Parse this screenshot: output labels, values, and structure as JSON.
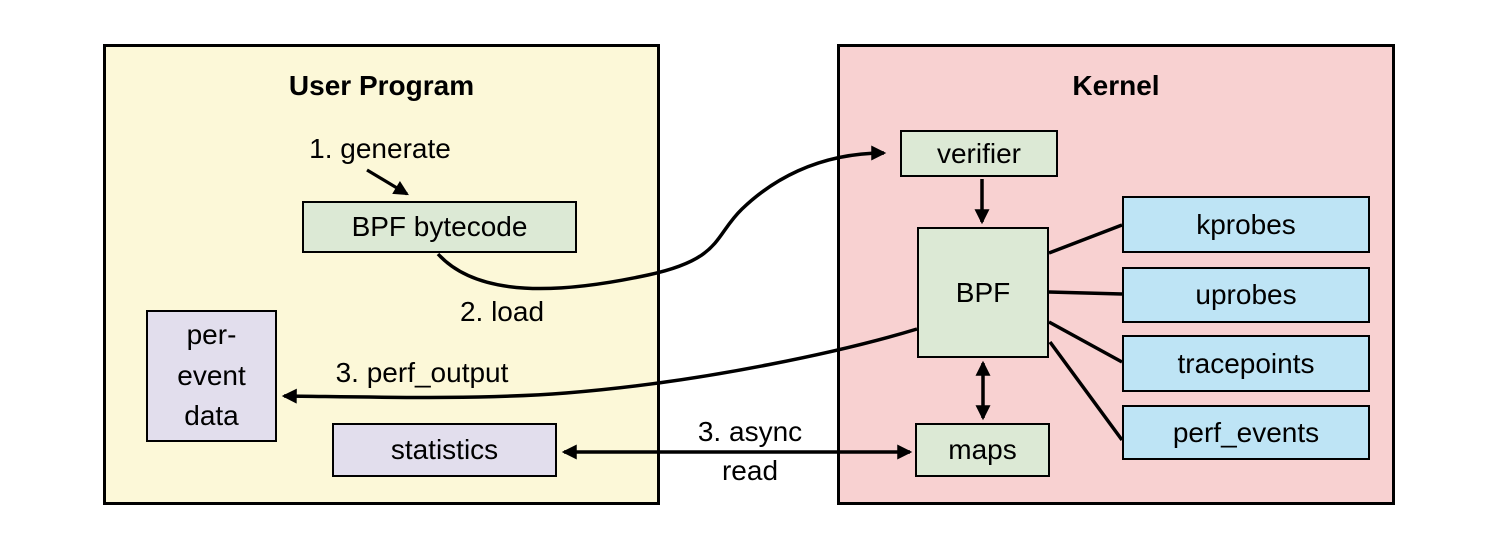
{
  "user_program": {
    "title": "User Program",
    "bpf_bytecode": "BPF bytecode",
    "per_event_data": {
      "line1": "per-",
      "line2": "event",
      "line3": "data"
    },
    "statistics": "statistics"
  },
  "kernel": {
    "title": "Kernel",
    "verifier": "verifier",
    "bpf": "BPF",
    "maps": "maps",
    "attach_points": [
      "kprobes",
      "uprobes",
      "tracepoints",
      "perf_events"
    ]
  },
  "annotations": {
    "step1": "1. generate",
    "step2": "2. load",
    "step3_perf": "3. perf_output",
    "step3_async_line1": "3. async",
    "step3_async_line2": "read"
  },
  "colors": {
    "user_program_bg": "#FCF8D8",
    "kernel_bg": "#F8D1D1",
    "process_box_bg": "#DCE9D5",
    "event_source_bg": "#BEE4F5",
    "output_box_bg": "#E2DEED",
    "line": "#000000"
  }
}
